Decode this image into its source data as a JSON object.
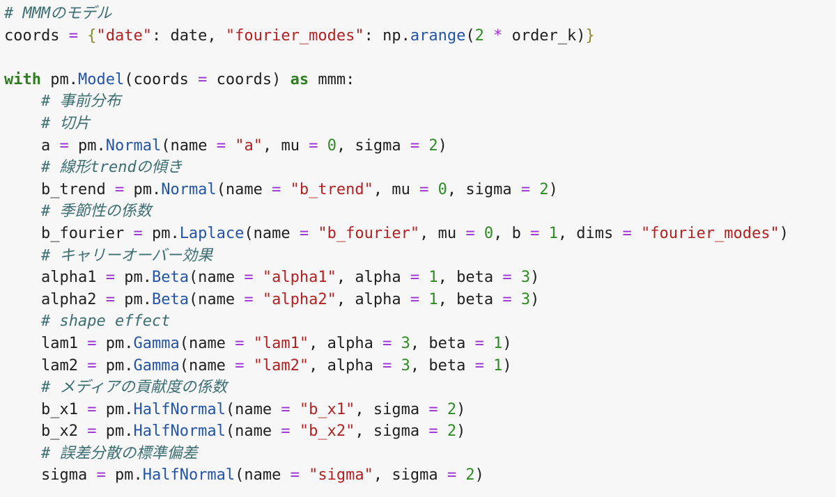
{
  "code": {
    "lines": [
      [
        {
          "t": "cm",
          "v": "# MMMのモデル"
        }
      ],
      [
        {
          "t": "nm",
          "v": "coords "
        },
        {
          "t": "op",
          "v": "="
        },
        {
          "t": "nm",
          "v": " "
        },
        {
          "t": "br",
          "v": "{"
        },
        {
          "t": "str",
          "v": "\"date\""
        },
        {
          "t": "nm",
          "v": ": date, "
        },
        {
          "t": "str",
          "v": "\"fourier_modes\""
        },
        {
          "t": "nm",
          "v": ": np."
        },
        {
          "t": "fn",
          "v": "arange"
        },
        {
          "t": "nm",
          "v": "("
        },
        {
          "t": "num",
          "v": "2"
        },
        {
          "t": "nm",
          "v": " "
        },
        {
          "t": "op",
          "v": "*"
        },
        {
          "t": "nm",
          "v": " order_k)"
        },
        {
          "t": "br",
          "v": "}"
        }
      ],
      [],
      [
        {
          "t": "kw",
          "v": "with"
        },
        {
          "t": "nm",
          "v": " pm."
        },
        {
          "t": "fn",
          "v": "Model"
        },
        {
          "t": "nm",
          "v": "(coords "
        },
        {
          "t": "op",
          "v": "="
        },
        {
          "t": "nm",
          "v": " coords) "
        },
        {
          "t": "kw",
          "v": "as"
        },
        {
          "t": "nm",
          "v": " mmm:"
        }
      ],
      [
        {
          "t": "ind"
        },
        {
          "t": "cm",
          "v": "# 事前分布"
        }
      ],
      [
        {
          "t": "ind"
        },
        {
          "t": "cm",
          "v": "# 切片"
        }
      ],
      [
        {
          "t": "ind"
        },
        {
          "t": "nm",
          "v": "a "
        },
        {
          "t": "op",
          "v": "="
        },
        {
          "t": "nm",
          "v": " pm."
        },
        {
          "t": "fn",
          "v": "Normal"
        },
        {
          "t": "nm",
          "v": "(name "
        },
        {
          "t": "op",
          "v": "="
        },
        {
          "t": "nm",
          "v": " "
        },
        {
          "t": "str",
          "v": "\"a\""
        },
        {
          "t": "nm",
          "v": ", mu "
        },
        {
          "t": "op",
          "v": "="
        },
        {
          "t": "nm",
          "v": " "
        },
        {
          "t": "num",
          "v": "0"
        },
        {
          "t": "nm",
          "v": ", sigma "
        },
        {
          "t": "op",
          "v": "="
        },
        {
          "t": "nm",
          "v": " "
        },
        {
          "t": "num",
          "v": "2"
        },
        {
          "t": "nm",
          "v": ")"
        }
      ],
      [
        {
          "t": "ind"
        },
        {
          "t": "cm",
          "v": "# 線形trendの傾き"
        }
      ],
      [
        {
          "t": "ind"
        },
        {
          "t": "nm",
          "v": "b_trend "
        },
        {
          "t": "op",
          "v": "="
        },
        {
          "t": "nm",
          "v": " pm."
        },
        {
          "t": "fn",
          "v": "Normal"
        },
        {
          "t": "nm",
          "v": "(name "
        },
        {
          "t": "op",
          "v": "="
        },
        {
          "t": "nm",
          "v": " "
        },
        {
          "t": "str",
          "v": "\"b_trend\""
        },
        {
          "t": "nm",
          "v": ", mu "
        },
        {
          "t": "op",
          "v": "="
        },
        {
          "t": "nm",
          "v": " "
        },
        {
          "t": "num",
          "v": "0"
        },
        {
          "t": "nm",
          "v": ", sigma "
        },
        {
          "t": "op",
          "v": "="
        },
        {
          "t": "nm",
          "v": " "
        },
        {
          "t": "num",
          "v": "2"
        },
        {
          "t": "nm",
          "v": ")"
        }
      ],
      [
        {
          "t": "ind"
        },
        {
          "t": "cm",
          "v": "# 季節性の係数"
        }
      ],
      [
        {
          "t": "ind"
        },
        {
          "t": "nm",
          "v": "b_fourier "
        },
        {
          "t": "op",
          "v": "="
        },
        {
          "t": "nm",
          "v": " pm."
        },
        {
          "t": "fn",
          "v": "Laplace"
        },
        {
          "t": "nm",
          "v": "(name "
        },
        {
          "t": "op",
          "v": "="
        },
        {
          "t": "nm",
          "v": " "
        },
        {
          "t": "str",
          "v": "\"b_fourier\""
        },
        {
          "t": "nm",
          "v": ", mu "
        },
        {
          "t": "op",
          "v": "="
        },
        {
          "t": "nm",
          "v": " "
        },
        {
          "t": "num",
          "v": "0"
        },
        {
          "t": "nm",
          "v": ", b "
        },
        {
          "t": "op",
          "v": "="
        },
        {
          "t": "nm",
          "v": " "
        },
        {
          "t": "num",
          "v": "1"
        },
        {
          "t": "nm",
          "v": ", dims "
        },
        {
          "t": "op",
          "v": "="
        },
        {
          "t": "nm",
          "v": " "
        },
        {
          "t": "str",
          "v": "\"fourier_modes\""
        },
        {
          "t": "nm",
          "v": ")"
        }
      ],
      [
        {
          "t": "ind"
        },
        {
          "t": "cm",
          "v": "# キャリーオーバー効果"
        }
      ],
      [
        {
          "t": "ind"
        },
        {
          "t": "nm",
          "v": "alpha1 "
        },
        {
          "t": "op",
          "v": "="
        },
        {
          "t": "nm",
          "v": " pm."
        },
        {
          "t": "fn",
          "v": "Beta"
        },
        {
          "t": "nm",
          "v": "(name "
        },
        {
          "t": "op",
          "v": "="
        },
        {
          "t": "nm",
          "v": " "
        },
        {
          "t": "str",
          "v": "\"alpha1\""
        },
        {
          "t": "nm",
          "v": ", alpha "
        },
        {
          "t": "op",
          "v": "="
        },
        {
          "t": "nm",
          "v": " "
        },
        {
          "t": "num",
          "v": "1"
        },
        {
          "t": "nm",
          "v": ", beta "
        },
        {
          "t": "op",
          "v": "="
        },
        {
          "t": "nm",
          "v": " "
        },
        {
          "t": "num",
          "v": "3"
        },
        {
          "t": "nm",
          "v": ")"
        }
      ],
      [
        {
          "t": "ind"
        },
        {
          "t": "nm",
          "v": "alpha2 "
        },
        {
          "t": "op",
          "v": "="
        },
        {
          "t": "nm",
          "v": " pm."
        },
        {
          "t": "fn",
          "v": "Beta"
        },
        {
          "t": "nm",
          "v": "(name "
        },
        {
          "t": "op",
          "v": "="
        },
        {
          "t": "nm",
          "v": " "
        },
        {
          "t": "str",
          "v": "\"alpha2\""
        },
        {
          "t": "nm",
          "v": ", alpha "
        },
        {
          "t": "op",
          "v": "="
        },
        {
          "t": "nm",
          "v": " "
        },
        {
          "t": "num",
          "v": "1"
        },
        {
          "t": "nm",
          "v": ", beta "
        },
        {
          "t": "op",
          "v": "="
        },
        {
          "t": "nm",
          "v": " "
        },
        {
          "t": "num",
          "v": "3"
        },
        {
          "t": "nm",
          "v": ")"
        }
      ],
      [
        {
          "t": "ind"
        },
        {
          "t": "cm",
          "v": "# shape effect"
        }
      ],
      [
        {
          "t": "ind"
        },
        {
          "t": "nm",
          "v": "lam1 "
        },
        {
          "t": "op",
          "v": "="
        },
        {
          "t": "nm",
          "v": " pm."
        },
        {
          "t": "fn",
          "v": "Gamma"
        },
        {
          "t": "nm",
          "v": "(name "
        },
        {
          "t": "op",
          "v": "="
        },
        {
          "t": "nm",
          "v": " "
        },
        {
          "t": "str",
          "v": "\"lam1\""
        },
        {
          "t": "nm",
          "v": ", alpha "
        },
        {
          "t": "op",
          "v": "="
        },
        {
          "t": "nm",
          "v": " "
        },
        {
          "t": "num",
          "v": "3"
        },
        {
          "t": "nm",
          "v": ", beta "
        },
        {
          "t": "op",
          "v": "="
        },
        {
          "t": "nm",
          "v": " "
        },
        {
          "t": "num",
          "v": "1"
        },
        {
          "t": "nm",
          "v": ")"
        }
      ],
      [
        {
          "t": "ind"
        },
        {
          "t": "nm",
          "v": "lam2 "
        },
        {
          "t": "op",
          "v": "="
        },
        {
          "t": "nm",
          "v": " pm."
        },
        {
          "t": "fn",
          "v": "Gamma"
        },
        {
          "t": "nm",
          "v": "(name "
        },
        {
          "t": "op",
          "v": "="
        },
        {
          "t": "nm",
          "v": " "
        },
        {
          "t": "str",
          "v": "\"lam2\""
        },
        {
          "t": "nm",
          "v": ", alpha "
        },
        {
          "t": "op",
          "v": "="
        },
        {
          "t": "nm",
          "v": " "
        },
        {
          "t": "num",
          "v": "3"
        },
        {
          "t": "nm",
          "v": ", beta "
        },
        {
          "t": "op",
          "v": "="
        },
        {
          "t": "nm",
          "v": " "
        },
        {
          "t": "num",
          "v": "1"
        },
        {
          "t": "nm",
          "v": ")"
        }
      ],
      [
        {
          "t": "ind"
        },
        {
          "t": "cm",
          "v": "# メディアの貢献度の係数"
        }
      ],
      [
        {
          "t": "ind"
        },
        {
          "t": "nm",
          "v": "b_x1 "
        },
        {
          "t": "op",
          "v": "="
        },
        {
          "t": "nm",
          "v": " pm."
        },
        {
          "t": "fn",
          "v": "HalfNormal"
        },
        {
          "t": "nm",
          "v": "(name "
        },
        {
          "t": "op",
          "v": "="
        },
        {
          "t": "nm",
          "v": " "
        },
        {
          "t": "str",
          "v": "\"b_x1\""
        },
        {
          "t": "nm",
          "v": ", sigma "
        },
        {
          "t": "op",
          "v": "="
        },
        {
          "t": "nm",
          "v": " "
        },
        {
          "t": "num",
          "v": "2"
        },
        {
          "t": "nm",
          "v": ")"
        }
      ],
      [
        {
          "t": "ind"
        },
        {
          "t": "nm",
          "v": "b_x2 "
        },
        {
          "t": "op",
          "v": "="
        },
        {
          "t": "nm",
          "v": " pm."
        },
        {
          "t": "fn",
          "v": "HalfNormal"
        },
        {
          "t": "nm",
          "v": "(name "
        },
        {
          "t": "op",
          "v": "="
        },
        {
          "t": "nm",
          "v": " "
        },
        {
          "t": "str",
          "v": "\"b_x2\""
        },
        {
          "t": "nm",
          "v": ", sigma "
        },
        {
          "t": "op",
          "v": "="
        },
        {
          "t": "nm",
          "v": " "
        },
        {
          "t": "num",
          "v": "2"
        },
        {
          "t": "nm",
          "v": ")"
        }
      ],
      [
        {
          "t": "ind"
        },
        {
          "t": "cm",
          "v": "# 誤差分散の標準偏差"
        }
      ],
      [
        {
          "t": "ind"
        },
        {
          "t": "nm",
          "v": "sigma "
        },
        {
          "t": "op",
          "v": "="
        },
        {
          "t": "nm",
          "v": " pm."
        },
        {
          "t": "fn",
          "v": "HalfNormal"
        },
        {
          "t": "nm",
          "v": "(name "
        },
        {
          "t": "op",
          "v": "="
        },
        {
          "t": "nm",
          "v": " "
        },
        {
          "t": "str",
          "v": "\"sigma\""
        },
        {
          "t": "nm",
          "v": ", sigma "
        },
        {
          "t": "op",
          "v": "="
        },
        {
          "t": "nm",
          "v": " "
        },
        {
          "t": "num",
          "v": "2"
        },
        {
          "t": "nm",
          "v": ")"
        }
      ]
    ]
  }
}
